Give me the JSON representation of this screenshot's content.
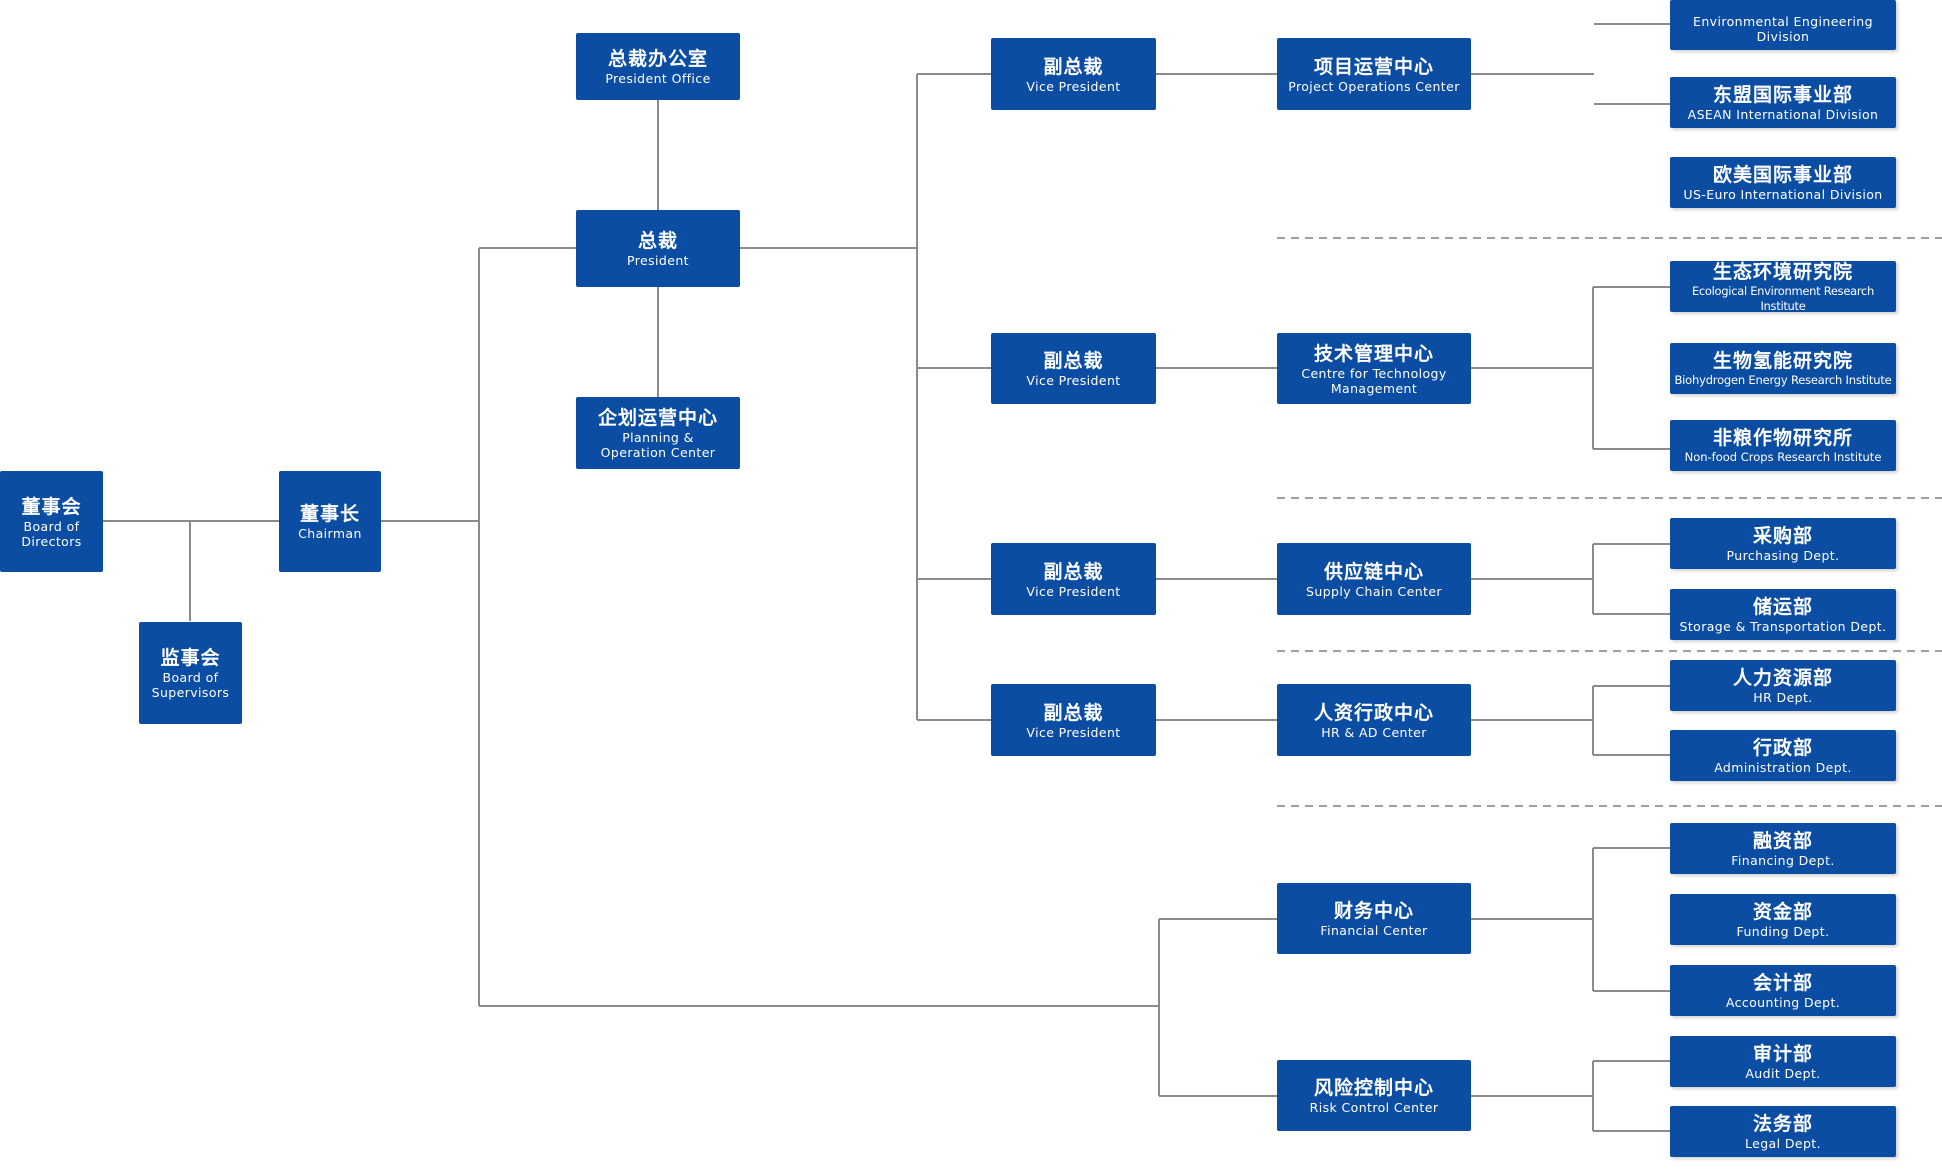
{
  "colors": {
    "box": "#0b4da2",
    "text": "#ffffff",
    "line": "#8a8a8a"
  },
  "nodes": {
    "board": {
      "zh": "董事会",
      "en": "Board of Directors"
    },
    "supervisors": {
      "zh": "监事会",
      "en": "Board of Supervisors"
    },
    "chairman": {
      "zh": "董事长",
      "en": "Chairman"
    },
    "president_office": {
      "zh": "总裁办公室",
      "en": "President Office"
    },
    "president": {
      "zh": "总裁",
      "en": "President"
    },
    "planning": {
      "zh": "企划运营中心",
      "en": "Planning & Operation Center"
    },
    "vp1": {
      "zh": "副总裁",
      "en": "Vice President"
    },
    "vp2": {
      "zh": "副总裁",
      "en": "Vice President"
    },
    "vp3": {
      "zh": "副总裁",
      "en": "Vice President"
    },
    "vp4": {
      "zh": "副总裁",
      "en": "Vice President"
    },
    "project_ops": {
      "zh": "项目运营中心",
      "en": "Project Operations Center"
    },
    "tech_mgmt": {
      "zh": "技术管理中心",
      "en": "Centre for Technology Management"
    },
    "supply_chain": {
      "zh": "供应链中心",
      "en": "Supply Chain Center"
    },
    "hr_ad": {
      "zh": "人资行政中心",
      "en": "HR & AD Center"
    },
    "financial": {
      "zh": "财务中心",
      "en": "Financial Center"
    },
    "risk": {
      "zh": "风险控制中心",
      "en": "Risk Control Center"
    },
    "env_eng": {
      "zh": "",
      "en": "Environmental Engineering Division"
    },
    "asean": {
      "zh": "东盟国际事业部",
      "en": "ASEAN International Division"
    },
    "us_euro": {
      "zh": "欧美国际事业部",
      "en": "US-Euro International Division"
    },
    "eco_env": {
      "zh": "生态环境研究院",
      "en": "Ecological Environment Research Institute"
    },
    "biohydrogen": {
      "zh": "生物氢能研究院",
      "en": "Biohydrogen Energy Research Institute"
    },
    "nonfood": {
      "zh": "非粮作物研究所",
      "en": "Non-food Crops Research Institute"
    },
    "purchasing": {
      "zh": "采购部",
      "en": "Purchasing Dept."
    },
    "storage": {
      "zh": "储运部",
      "en": "Storage & Transportation Dept."
    },
    "hr_dept": {
      "zh": "人力资源部",
      "en": "HR Dept."
    },
    "admin": {
      "zh": "行政部",
      "en": "Administration Dept."
    },
    "financing": {
      "zh": "融资部",
      "en": "Financing Dept."
    },
    "funding": {
      "zh": "资金部",
      "en": "Funding Dept."
    },
    "accounting": {
      "zh": "会计部",
      "en": "Accounting Dept."
    },
    "audit": {
      "zh": "审计部",
      "en": "Audit Dept."
    },
    "legal": {
      "zh": "法务部",
      "en": "Legal Dept."
    }
  }
}
